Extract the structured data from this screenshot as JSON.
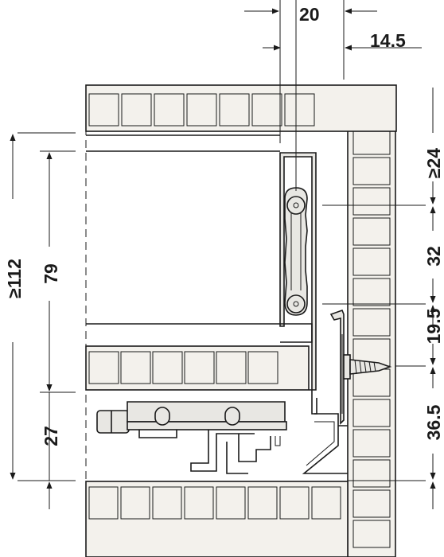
{
  "dimensions": {
    "top_width": "20",
    "top_offset": "14.5",
    "left_total": "≥112",
    "left_upper": "79",
    "left_lower": "27",
    "right_top": "≥24",
    "right_hole_spacing": "32",
    "right_screw": "19.5",
    "right_bottom": "36.5"
  }
}
